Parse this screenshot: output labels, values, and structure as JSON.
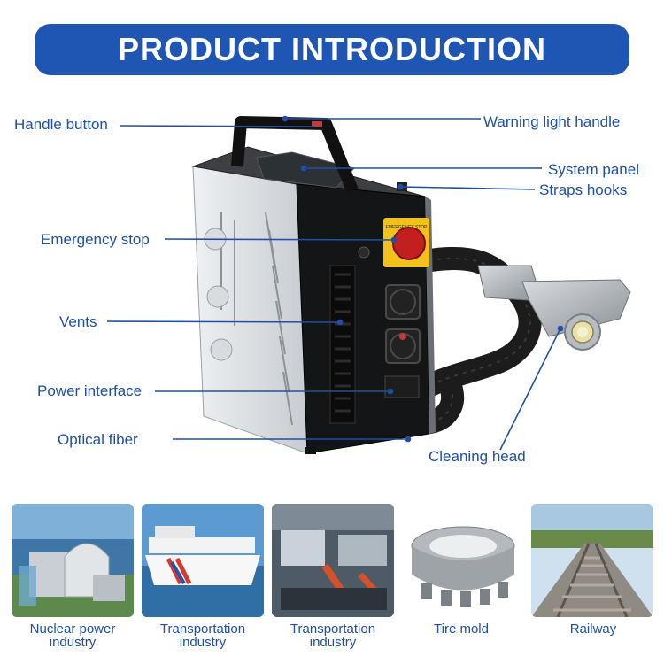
{
  "header": {
    "title": "PRODUCT INTRODUCTION"
  },
  "callouts": {
    "handle_button": "Handle button",
    "warning_light_handle": "Warning light handle",
    "system_panel": "System panel",
    "straps_hooks": "Straps hooks",
    "emergency_stop": "Emergency stop",
    "vents": "Vents",
    "power_interface": "Power interface",
    "optical_fiber": "Optical fiber",
    "cleaning_head": "Cleaning head"
  },
  "device": {
    "stop_button_text": "EMERGENCY STOP"
  },
  "applications": [
    {
      "line1": "Nuclear power",
      "line2": "industry"
    },
    {
      "line1": "Transportation",
      "line2": "industry"
    },
    {
      "line1": "Transportation",
      "line2": "industry"
    },
    {
      "line1": "Tire mold",
      "line2": ""
    },
    {
      "line1": "Railway",
      "line2": ""
    }
  ],
  "colors": {
    "accent": "#1f55b3",
    "label_text": "#1f4fa8",
    "line": "#1f4fa8"
  }
}
